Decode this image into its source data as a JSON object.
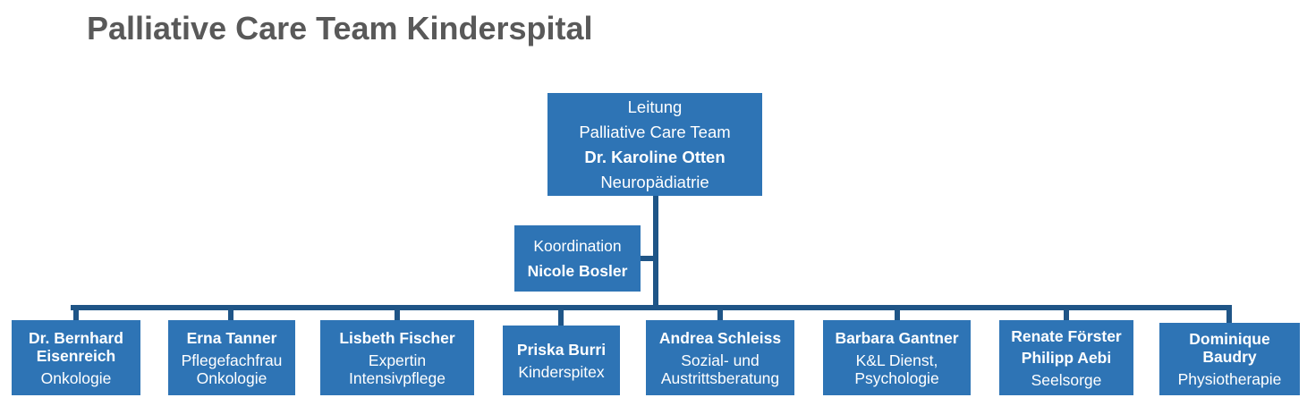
{
  "title": "Palliative Care Team Kinderspital",
  "colors": {
    "box_fill": "#2E74B5",
    "connector_line": "#1F5587",
    "title_text": "#595959",
    "box_text": "#FFFFFF",
    "background": "#FFFFFF"
  },
  "org": {
    "leader": {
      "line1": "Leitung",
      "line2": "Palliative Care Team",
      "name": "Dr. Karoline Otten",
      "department": "Neuropädiatrie"
    },
    "coordinator": {
      "label": "Koordination",
      "name": "Nicole Bosler"
    },
    "members": [
      {
        "name": "Dr. Bernhard Eisenreich",
        "role": "Onkologie"
      },
      {
        "name": "Erna Tanner",
        "role": "Pflegefachfrau Onkologie"
      },
      {
        "name": "Lisbeth Fischer",
        "role": "Expertin Intensivpflege"
      },
      {
        "name": "Priska Burri",
        "role": "Kinderspitex"
      },
      {
        "name": "Andrea Schleiss",
        "role": "Sozial- und Austrittsberatung"
      },
      {
        "name": "Barbara Gantner",
        "role": "K&L Dienst, Psychologie"
      },
      {
        "name": "Renate Förster",
        "name2": "Philipp Aebi",
        "role": "Seelsorge"
      },
      {
        "name": "Dominique Baudry",
        "role": "Physiotherapie"
      }
    ]
  }
}
